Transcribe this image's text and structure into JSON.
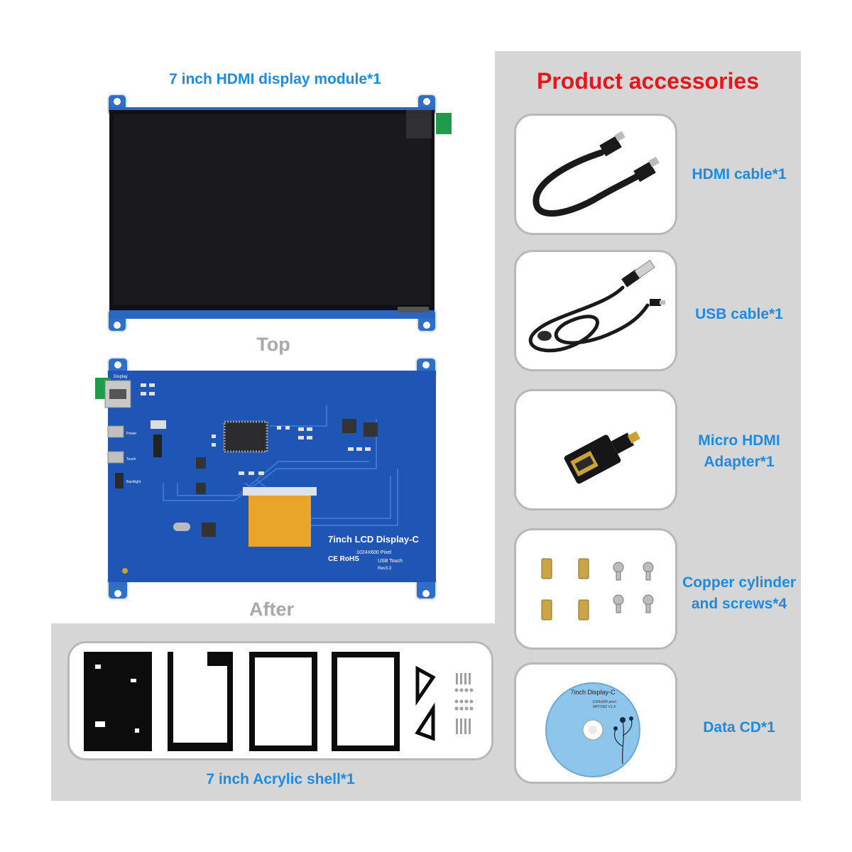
{
  "module": {
    "title": "7 inch HDMI display module*1",
    "top_label": "Top",
    "after_label": "After"
  },
  "board": {
    "name": "7inch LCD Display-C",
    "resolution": "1024X600 Pixel",
    "touch": "USB Touch",
    "rev": "Rev3.3",
    "cert": "CE RoHS",
    "port_labels": [
      "Display",
      "Power",
      "Touch",
      "Backlight"
    ]
  },
  "accessories": {
    "title": "Product accessories",
    "items": [
      {
        "label": "HDMI cable*1"
      },
      {
        "label": "USB cable*1"
      },
      {
        "label": "Micro HDMI\nAdapter*1",
        "lines": [
          "Micro HDMI",
          "Adapter*1"
        ]
      },
      {
        "label": "Copper cylinder\nand screws*4",
        "lines": [
          "Copper cylinder",
          "and screws*4"
        ]
      },
      {
        "label": "Data CD*1"
      }
    ]
  },
  "cd": {
    "title": "7inch Display-C",
    "line1": "1024x600 pixel",
    "line2": "MPI7002 V1.4"
  },
  "shell": {
    "label": "7 inch Acrylic shell*1"
  },
  "colors": {
    "accent_blue": "#1e8be0",
    "title_red": "#e8161b",
    "panel_gray": "#d6d6d6",
    "pcb_blue": "#1f56b5"
  }
}
